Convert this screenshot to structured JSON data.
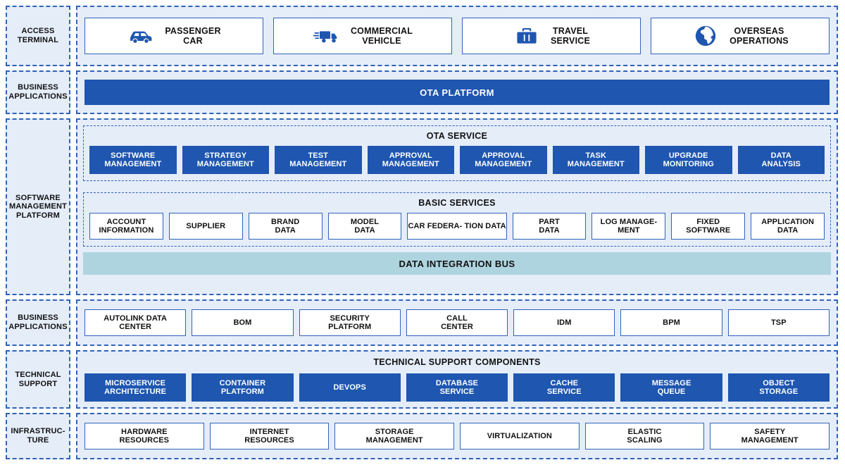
{
  "theme": {
    "accent_blue": "#1e56b0",
    "panel_fill": "#e5edf9",
    "dashed_border": "#2f63b8",
    "bus_teal": "#aed4df",
    "card_white": "#ffffff"
  },
  "layers": {
    "access_terminal": {
      "label": "ACCESS TERMINAL",
      "items": [
        {
          "label": "PASSENGER CAR",
          "icon": "car-icon"
        },
        {
          "label": "COMMERCIAL VEHICLE",
          "icon": "truck-icon"
        },
        {
          "label": "TRAVEL SERVICE",
          "icon": "briefcase-icon"
        },
        {
          "label": "OVERSEAS OPERATIONS",
          "icon": "globe-icon"
        }
      ]
    },
    "business_applications_top": {
      "label": "BUSINESS APPLICATIONS",
      "bar": "OTA PLATFORM"
    },
    "software_management_platform": {
      "label": "SOFTWARE MANAGEMENT PLATFORM",
      "ota_service": {
        "title": "OTA SERVICE",
        "items": [
          "SOFTWARE MANAGEMENT",
          "STRATEGY MANAGEMENT",
          "TEST MANAGEMENT",
          "APPROVAL MANAGEMENT",
          "APPROVAL MANAGEMENT",
          "TASK MANAGEMENT",
          "UPGRADE MONITORING",
          "DATA ANALYSIS"
        ]
      },
      "basic_services": {
        "title": "BASIC SERVICES",
        "items": [
          "ACCOUNT INFORMATION",
          "SUPPLIER",
          "BRAND DATA",
          "MODEL DATA",
          "CAR FEDERA- TION DATA",
          "PART DATA",
          "LOG MANAGE- MENT",
          "FIXED SOFTWARE",
          "APPLICATION DATA"
        ]
      },
      "data_integration_bus": "DATA INTEGRATION BUS"
    },
    "business_applications_bottom": {
      "label": "BUSINESS APPLICATIONS",
      "items": [
        "AUTOLINK DATA CENTER",
        "BOM",
        "SECURITY PLATFORM",
        "CALL CENTER",
        "IDM",
        "BPM",
        "TSP"
      ]
    },
    "technical_support": {
      "label": "TECHNICAL SUPPORT",
      "title": "TECHNICAL SUPPORT COMPONENTS",
      "items": [
        "MICROSERVICE ARCHITECTURE",
        "CONTAINER PLATFORM",
        "DEVOPS",
        "DATABASE SERVICE",
        "CACHE SERVICE",
        "MESSAGE QUEUE",
        "OBJECT STORAGE"
      ]
    },
    "infrastructure": {
      "label": "INFRASTRUC- TURE",
      "items": [
        "HARDWARE RESOURCES",
        "INTERNET RESOURCES",
        "STORAGE MANAGEMENT",
        "VIRTUALIZATION",
        "ELASTIC SCALING",
        "SAFETY MANAGEMENT"
      ]
    }
  }
}
